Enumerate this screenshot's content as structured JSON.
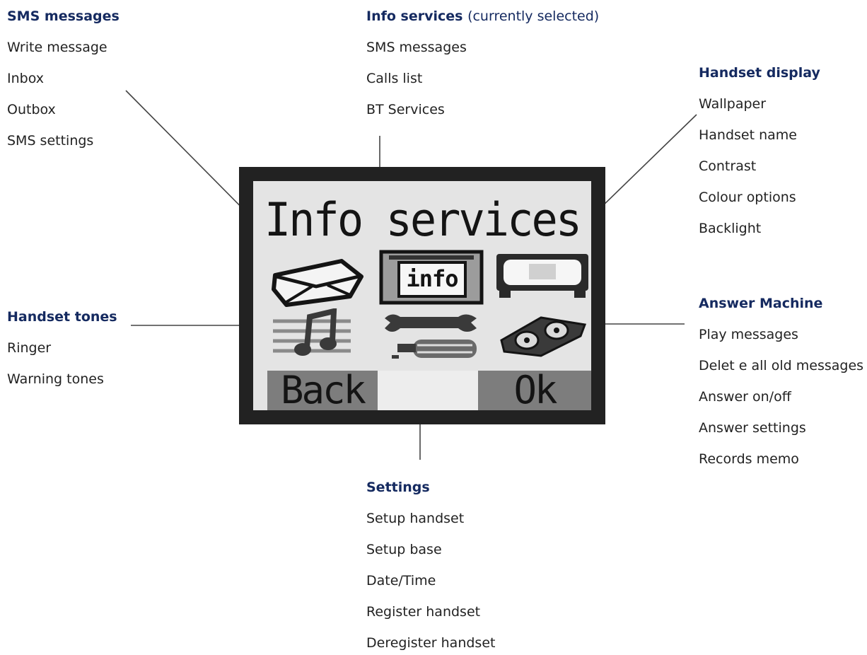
{
  "screen": {
    "title": "Info services",
    "icon_info_label": "info",
    "softkey_left": "Back",
    "softkey_right": "Ok"
  },
  "menus": {
    "sms": {
      "title": "SMS messages",
      "items": [
        "Write message",
        "Inbox",
        "Outbox",
        "SMS settings"
      ]
    },
    "info": {
      "title": "Info services",
      "note": "(currently selected)",
      "items": [
        "SMS messages",
        "Calls list",
        "BT Services"
      ]
    },
    "display": {
      "title": "Handset display",
      "items": [
        "Wallpaper",
        "Handset name",
        "Contrast",
        "Colour options",
        "Backlight"
      ]
    },
    "tones": {
      "title": "Handset tones",
      "items": [
        "Ringer",
        "Warning tones"
      ]
    },
    "answer": {
      "title": "Answer Machine",
      "items": [
        "Play messages",
        "Delet e all old messages",
        "Answer on/off",
        "Answer settings",
        "Records memo"
      ]
    },
    "settings": {
      "title": "Settings",
      "items": [
        "Setup handset",
        "Setup base",
        "Date/Time",
        "Register handset",
        "Deregister handset"
      ]
    }
  },
  "colors": {
    "heading": "#152a60",
    "screen_frame": "#222222",
    "screen_bg": "#e4e4e4",
    "softkey_bg": "#7d7d7d"
  }
}
